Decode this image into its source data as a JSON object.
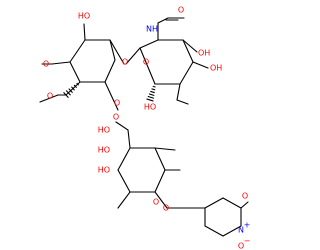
{
  "colors": {
    "carbon": "#000000",
    "oxygen": "#ff0000",
    "nitrogen": "#0000ff",
    "background": "#ffffff"
  },
  "labels": {
    "ho_top": "HO",
    "methoxy_o_upper": "O",
    "glycosidic_o_top": "O",
    "carbonyl_o": "O",
    "amide_nh": "NH",
    "ring_o_upper_left": "O",
    "ring_o_upper_right": "O",
    "oh_upper_right_1": "OH",
    "oh_upper_right_2": "OH",
    "ho_ch2oh": "HO",
    "methoxymethyl_o": "O",
    "linker_o": "O",
    "ring_o_lower": "O",
    "ho_lower_1": "HO",
    "ho_lower_2": "HO",
    "ho_lower_3": "HO",
    "aryl_ether_o": "O",
    "nitro_n": "N",
    "nitro_charge_plus": "+",
    "nitro_o_upper": "O",
    "nitro_o_lower": "O",
    "nitro_charge_minus": "−"
  }
}
